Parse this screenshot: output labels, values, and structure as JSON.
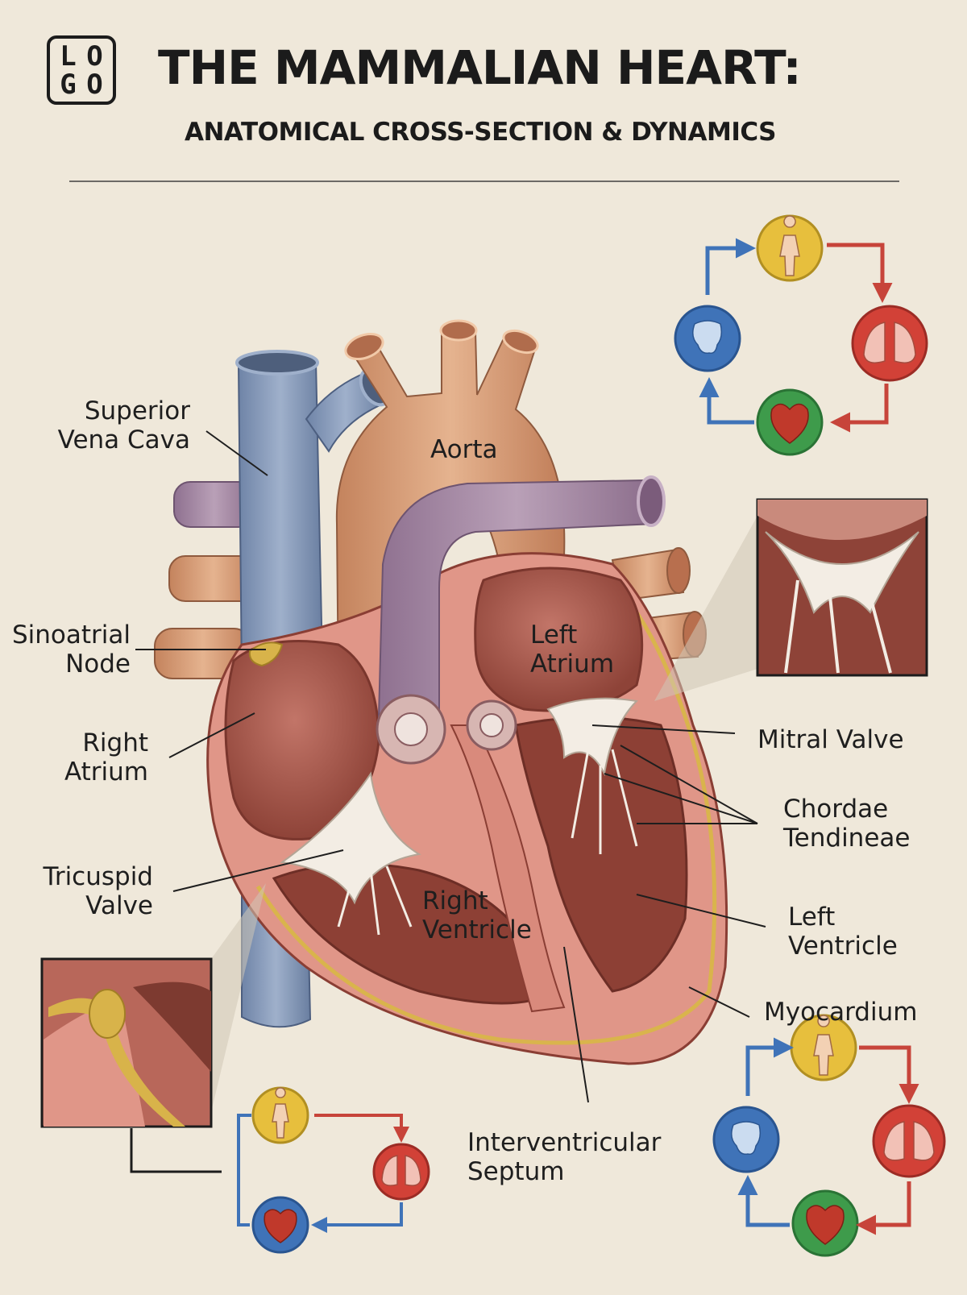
{
  "header": {
    "logo_letters": [
      "L",
      "O",
      "G",
      "O"
    ],
    "title": "THE MAMMALIAN HEART:",
    "subtitle": "ANATOMICAL CROSS-SECTION & DYNAMICS"
  },
  "labels": {
    "superior_vena_cava": [
      "Superior",
      "Vena Cava"
    ],
    "aorta": "Aorta",
    "sinoatrial_node": [
      "Sinoatrial",
      "Node"
    ],
    "right_atrium": [
      "Right",
      "Atrium"
    ],
    "left_atrium": [
      "Left",
      "Atrium"
    ],
    "mitral_valve": "Mitral Valve",
    "chordae_tendineae": [
      "Chordae",
      "Tendineae"
    ],
    "tricuspid_valve": [
      "Tricuspid",
      "Valve"
    ],
    "right_ventricle": [
      "Right",
      "Ventricle"
    ],
    "left_ventricle": [
      "Left",
      "Ventricle"
    ],
    "myocardium": "Myocardium",
    "interventricular_septum": [
      "Interventricular",
      "Septum"
    ]
  },
  "colors": {
    "background": "#efe8da",
    "vena_cava_blue": "#7f93b3",
    "aorta_tan": "#d49a73",
    "pulmonary_purple": "#a88aa6",
    "muscle_red": "#a6564a",
    "myocardium_pink": "#e2988a",
    "valve_white": "#f3ede4",
    "node_gold": "#d8b34a",
    "body_yellow": "#e7bf3d",
    "lung_red": "#d24137",
    "heart_green": "#3e9b4b",
    "return_blue": "#3f73b8"
  },
  "icons": [
    "logo-icon",
    "human-body-icon",
    "lungs-icon",
    "heart-icon",
    "intestine-icon",
    "circulation-arrow-icon"
  ]
}
